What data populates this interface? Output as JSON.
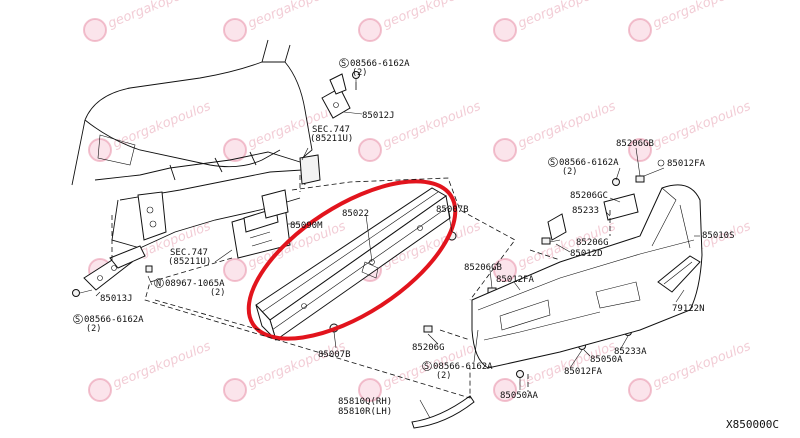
{
  "watermark": {
    "text": "georgakopoulos"
  },
  "diagram_code": "X850000C",
  "labels": {
    "bolt_top": "08566-6162A",
    "bolt_top_qty": "(2)",
    "bracket_top": "85012J",
    "sec747_top": "SEC.747",
    "sec747_top_ref": "(85211U)",
    "reinforcement": "85022",
    "clip_top": "85007B",
    "energy_absorber": "85090M",
    "sec747_bottom": "SEC.747",
    "sec747_bottom_ref": "(85211U)",
    "nut": "08967-1065A",
    "nut_qty": "(2)",
    "bracket_left": "85013J",
    "bolt_left": "08566-6162A",
    "bolt_left_qty": "(2)",
    "clip_bottom": "85007B",
    "clip_206g_bottom": "85206G",
    "bolt_bottom": "08566-6162A",
    "bolt_bottom_qty": "(2)",
    "reflector": "85810Q(RH)",
    "reflector_lh": "85810R(LH)",
    "clip_206gb_top": "85206GB",
    "bolt_right": "08566-6162A",
    "bolt_right_qty": "(2)",
    "bracket_fa_right": "85012FA",
    "clip_206gc": "85206GC",
    "bracket_85233": "85233",
    "clip_206g_right": "85206G",
    "bracket_012d": "85012D",
    "fascia": "85010S",
    "clip_206gb_left": "85206GB",
    "bracket_fa_left": "85012FA",
    "deflector": "79122N",
    "clip_233a": "85233A",
    "grommet_050a": "85050A",
    "bracket_fa_bottom": "85012FA",
    "clip_050aa": "85050AA"
  }
}
